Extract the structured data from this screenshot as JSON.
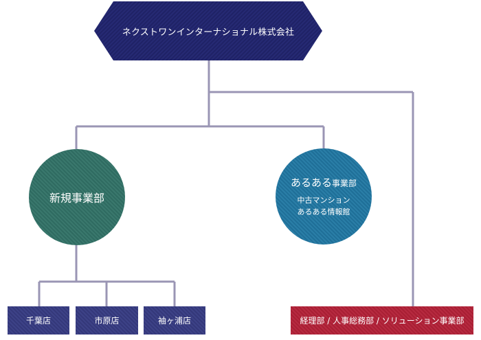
{
  "company": "ネクストワンインターナショナル株式会社",
  "divisions": {
    "new_business": "新規事業部",
    "aruaru_main": "あるある",
    "aruaru_suffix": "事業部",
    "aruaru_line1": "中古マンション",
    "aruaru_line2": "あるある情報館"
  },
  "stores": [
    "千葉店",
    "市原店",
    "袖ヶ浦店"
  ],
  "admin": "経理部 / 人事総務部 / ソリューション事業部",
  "colors": {
    "company": "#1f2266",
    "new_business": "#2f6b61",
    "aruaru": "#1f6f98",
    "stores": "#34387a",
    "admin": "#a91f34",
    "lines": "#9a95b4"
  }
}
